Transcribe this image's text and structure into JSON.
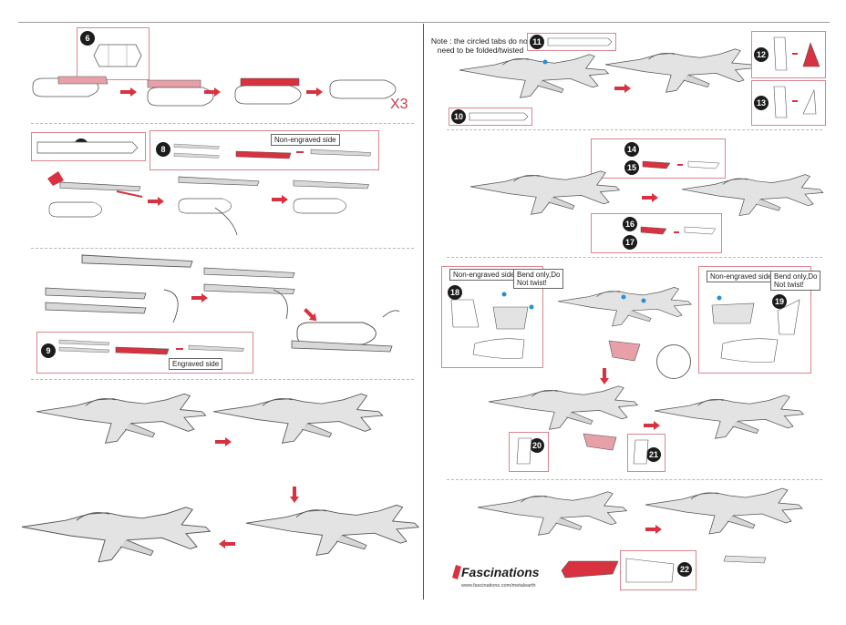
{
  "colors": {
    "accent_red": "#d8313f",
    "callout_border": "#d9868f",
    "part_gray": "#e3e3e3",
    "part_stroke": "#555555",
    "step_circle": "#1c1c1c"
  },
  "left_page": {
    "multiplier": "X3",
    "steps": [
      {
        "num": "6"
      },
      {
        "num": "7"
      },
      {
        "num": "8",
        "label": "Non-engraved side"
      },
      {
        "num": "9",
        "label": "Engraved side"
      }
    ]
  },
  "right_page": {
    "note_line1": "Note : the  circled  tabs do not",
    "note_line2": "need to be folded/twisted",
    "steps": [
      {
        "num": "10"
      },
      {
        "num": "11"
      },
      {
        "num": "12"
      },
      {
        "num": "13"
      },
      {
        "num": "14"
      },
      {
        "num": "15"
      },
      {
        "num": "16"
      },
      {
        "num": "17"
      },
      {
        "num": "18"
      },
      {
        "num": "19"
      },
      {
        "num": "20"
      },
      {
        "num": "21"
      },
      {
        "num": "22"
      }
    ],
    "label_non_engraved_left": "Non-engraved side",
    "label_bend_left_1": "Bend only,Do",
    "label_bend_left_2": "Not twist!",
    "label_non_engraved_right": "Non-engraved side",
    "label_bend_right_1": "Bend only,Do",
    "label_bend_right_2": "Not twist!",
    "brand": "Fascinations",
    "url": "www.fascinations.com/metalearth"
  }
}
